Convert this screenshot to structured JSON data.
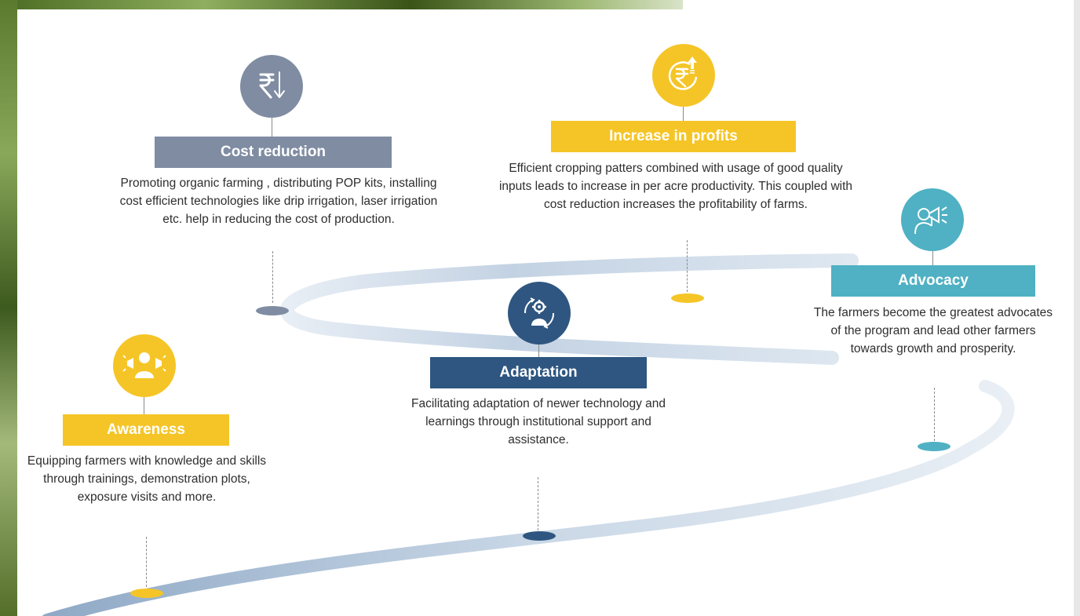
{
  "colors": {
    "gray": "#7f8ca2",
    "yellow": "#f5c527",
    "navy": "#2e5680",
    "teal": "#4fb1c3",
    "road": "#cfdbe8"
  },
  "steps": [
    {
      "title": "Awareness",
      "icon": "megaphone-person-icon",
      "description": "Equipping farmers with knowledge and skills through trainings, demonstration plots, exposure visits and more."
    },
    {
      "title": "Cost reduction",
      "icon": "rupee-down-arrow-icon",
      "description": "Promoting organic farming , distributing POP kits, installing cost efficient technologies like drip irrigation, laser irrigation etc. help in reducing the cost of production."
    },
    {
      "title": "Adaptation",
      "icon": "person-gear-cycle-icon",
      "description": "Facilitating adaptation of newer technology and learnings through institutional support and assistance."
    },
    {
      "title": "Increase in profits",
      "icon": "rupee-up-arrow-icon",
      "description": "Efficient cropping patters combined with usage of good quality inputs leads to increase in per acre productivity. This coupled with cost reduction increases the profitability of farms."
    },
    {
      "title": "Advocacy",
      "icon": "person-megaphone-icon",
      "description": "The farmers become the greatest advocates of the program and lead other farmers towards growth and prosperity."
    }
  ]
}
